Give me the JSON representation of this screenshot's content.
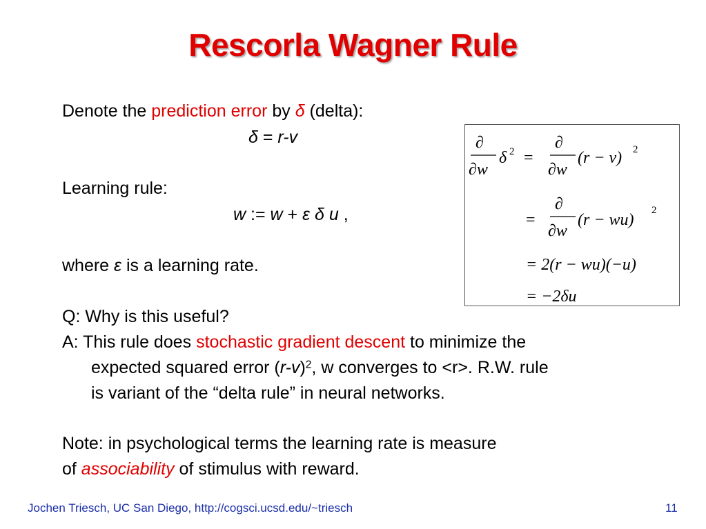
{
  "slide": {
    "title": "Rescorla Wagner Rule",
    "line1": {
      "prefix": "Denote the ",
      "highlight": "prediction error",
      "by": " by ",
      "symbol": "δ",
      "suffix": " (delta):"
    },
    "eq1": {
      "delta": "δ",
      "eq": " = ",
      "rv": "r-v"
    },
    "learning_rule_label": "Learning rule:",
    "eq2": {
      "w1": "w",
      "assign": " := ",
      "w2": "w",
      "plus": " + ",
      "eps": "ε",
      "delta": "δ",
      "u": "u",
      "comma": " ,"
    },
    "where": {
      "prefix": "where ",
      "eps": "ε",
      "suffix": " is a learning rate."
    },
    "q": "Q: Why is this useful?",
    "a1": {
      "prefix": "A: This rule does ",
      "highlight": "stochastic gradient descent",
      "suffix": " to minimize the"
    },
    "a2": {
      "prefix": "expected squared error (",
      "rv": "r-v",
      "close": ")",
      "sup": "2",
      "suffix": ", w converges to <r>. R.W. rule"
    },
    "a3": "is variant of the “delta rule” in neural networks.",
    "note1": "Note: in psychological terms the learning rate is measure",
    "note2": {
      "prefix": "of ",
      "highlight": "associability",
      "suffix": " of stimulus with reward."
    }
  },
  "math": {
    "partial": "∂",
    "dw": "∂w",
    "delta": "δ",
    "exp": "2",
    "eq": "=",
    "row1_rhs": "(r − v)",
    "row2_rhs": "(r − wu)",
    "row3": "= 2(r − wu)(−u)",
    "row4": "= −2δu"
  },
  "footer": {
    "left": "Jochen Triesch, UC San Diego, http://cogsci.ucsd.edu/~triesch",
    "page": "11"
  },
  "colors": {
    "title": "#e00000",
    "highlight": "#e00000",
    "footer": "#1a2ea8"
  }
}
